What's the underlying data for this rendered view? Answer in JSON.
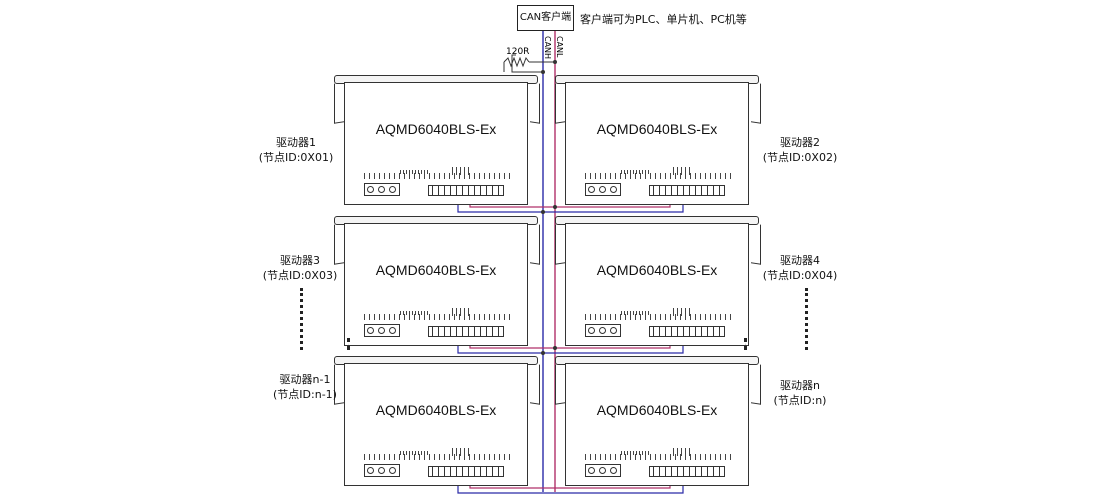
{
  "client": {
    "box_label": "CAN客户端",
    "note": "客户端可为PLC、单片机、PC机等"
  },
  "bus": {
    "terminator": "120R",
    "canh_label": "CANH",
    "canl_label": "CANL",
    "canh_color": "#2a2aa8",
    "canl_color": "#b0306a"
  },
  "drivers": [
    {
      "model": "AQMD6040BLS-Ex",
      "name": "驱动器1",
      "node": "(节点ID:0X01)"
    },
    {
      "model": "AQMD6040BLS-Ex",
      "name": "驱动器2",
      "node": "(节点ID:0X02)"
    },
    {
      "model": "AQMD6040BLS-Ex",
      "name": "驱动器3",
      "node": "(节点ID:0X03)"
    },
    {
      "model": "AQMD6040BLS-Ex",
      "name": "驱动器4",
      "node": "(节点ID:0X04)"
    },
    {
      "model": "AQMD6040BLS-Ex",
      "name": "驱动器n-1",
      "node": "(节点ID:n-1)"
    },
    {
      "model": "AQMD6040BLS-Ex",
      "name": "驱动器n",
      "node": "(节点ID:n)"
    }
  ]
}
